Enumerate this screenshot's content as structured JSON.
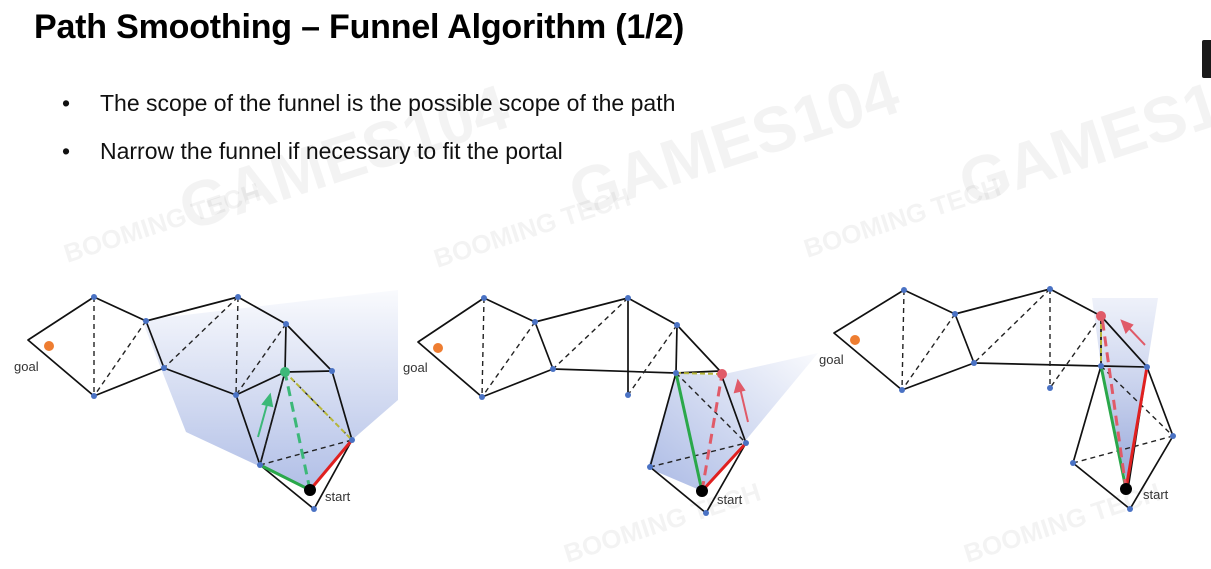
{
  "slide": {
    "title": "Path Smoothing – Funnel Algorithm (1/2)",
    "bullets": [
      "The scope of the funnel is the possible scope of the path",
      "Narrow the funnel if necessary to fit the portal"
    ],
    "bullet_glyph": "•"
  },
  "diagram": {
    "panels": [
      {
        "goal_label": "goal",
        "start_label": "start"
      },
      {
        "goal_label": "goal",
        "start_label": "start"
      },
      {
        "goal_label": "goal",
        "start_label": "start"
      }
    ]
  },
  "watermarks": [
    "GAMES104",
    "BOOMING TECH"
  ],
  "colors": {
    "mesh": "#111111",
    "vertex": "#4a72c4",
    "goal": "#ee7d31",
    "left_edge": "#2aa84a",
    "right_edge": "#e02020",
    "portal": "#b8b83a",
    "apex_green": "#3cb878",
    "apex_red": "#e05a68",
    "funnel": "#8fa3dc"
  }
}
